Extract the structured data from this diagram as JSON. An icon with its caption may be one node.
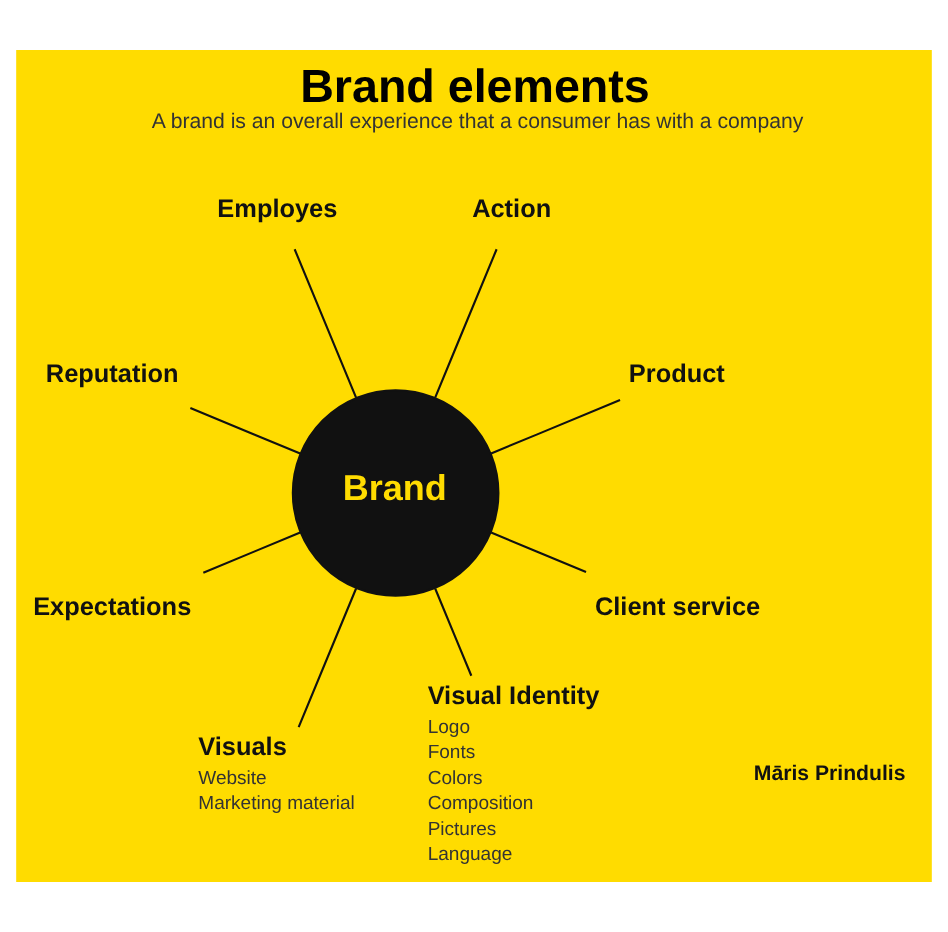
{
  "diagram": {
    "title": "Brand elements",
    "caption": "A brand is an overall experience that a consumer has with a company",
    "nodes": [
      {
        "text": [
          "Brand"
        ]
      },
      {
        "text": [
          "Action"
        ]
      },
      {
        "text": [
          "Product"
        ]
      },
      {
        "text": [
          "Client service"
        ]
      },
      {
        "text": [
          "Visual Identity"
        ],
        "beside": [
          "Logo",
          "Fonts",
          "Colors",
          "Composition",
          "Pictures",
          "Language"
        ]
      },
      {
        "text": [
          "Visuals"
        ],
        "beside": [
          "Website",
          "Marketing material"
        ]
      },
      {
        "text": [
          "Expectations"
        ]
      },
      {
        "text": [
          "Reputation"
        ]
      },
      {
        "text": [
          "Employes"
        ]
      }
    ],
    "edges": [
      {
        "from": 0,
        "to": 2,
        "arrow": "none"
      },
      {
        "from": 0,
        "to": 1,
        "arrow": "none"
      },
      {
        "from": 0,
        "to": 8,
        "arrow": "none"
      },
      {
        "from": 0,
        "to": 7,
        "arrow": "none"
      },
      {
        "from": 0,
        "to": 6,
        "arrow": "none"
      },
      {
        "from": 0,
        "to": 5,
        "arrow": "none"
      },
      {
        "from": 0,
        "to": 4,
        "arrow": "none"
      },
      {
        "from": 0,
        "to": 3,
        "arrow": "none"
      }
    ],
    "labels": [
      "Māris Prindulis"
    ]
  }
}
